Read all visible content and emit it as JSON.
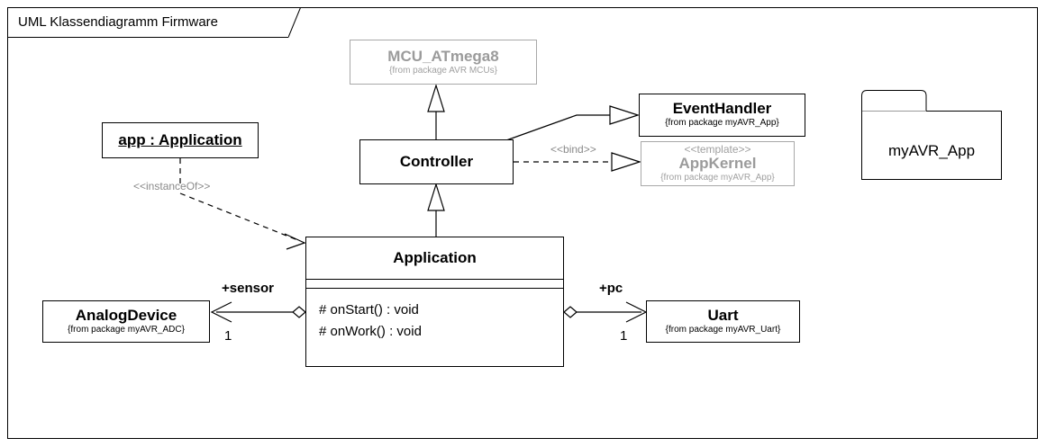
{
  "diagram": {
    "title": "UML Klassendiagramm Firmware",
    "type": "uml-class-diagram"
  },
  "nodes": {
    "mcu": {
      "name": "MCU_ATmega8",
      "from": "{from package AVR MCUs}",
      "color": "#9b9b9b"
    },
    "controller": {
      "name": "Controller"
    },
    "event_handler": {
      "name": "EventHandler",
      "from": "{from package myAVR_App}"
    },
    "app_kernel": {
      "stereotype": "<<template>>",
      "name": "AppKernel",
      "from": "{from package myAVR_App}",
      "color": "#9b9b9b"
    },
    "app_instance": {
      "name": "app : Application"
    },
    "application": {
      "name": "Application",
      "attributes": [],
      "operations": [
        "# onStart() : void",
        "# onWork() : void"
      ]
    },
    "analog_device": {
      "name": "AnalogDevice",
      "from": "{from package myAVR_ADC}"
    },
    "uart": {
      "name": "Uart",
      "from": "{from package myAVR_Uart}"
    },
    "package_myavr_app": {
      "name": "myAVR_App"
    }
  },
  "edges": {
    "controller_to_mcu": {
      "kind": "generalization",
      "label": ""
    },
    "controller_to_eventhandler": {
      "kind": "generalization",
      "label": ""
    },
    "controller_to_appkernel": {
      "kind": "dependency",
      "label": "<<bind>>"
    },
    "application_to_controller": {
      "kind": "generalization",
      "label": ""
    },
    "appinstance_to_application": {
      "kind": "dependency",
      "label": "<<instanceOf>>"
    },
    "application_to_analogdevice": {
      "kind": "aggregation",
      "role": "+sensor",
      "multiplicity": "1"
    },
    "application_to_uart": {
      "kind": "aggregation",
      "role": "+pc",
      "multiplicity": "1"
    }
  },
  "colors": {
    "stroke": "#000000",
    "greyed": "#9b9b9b",
    "edge_label": "#8a8a8a",
    "background": "#ffffff"
  }
}
